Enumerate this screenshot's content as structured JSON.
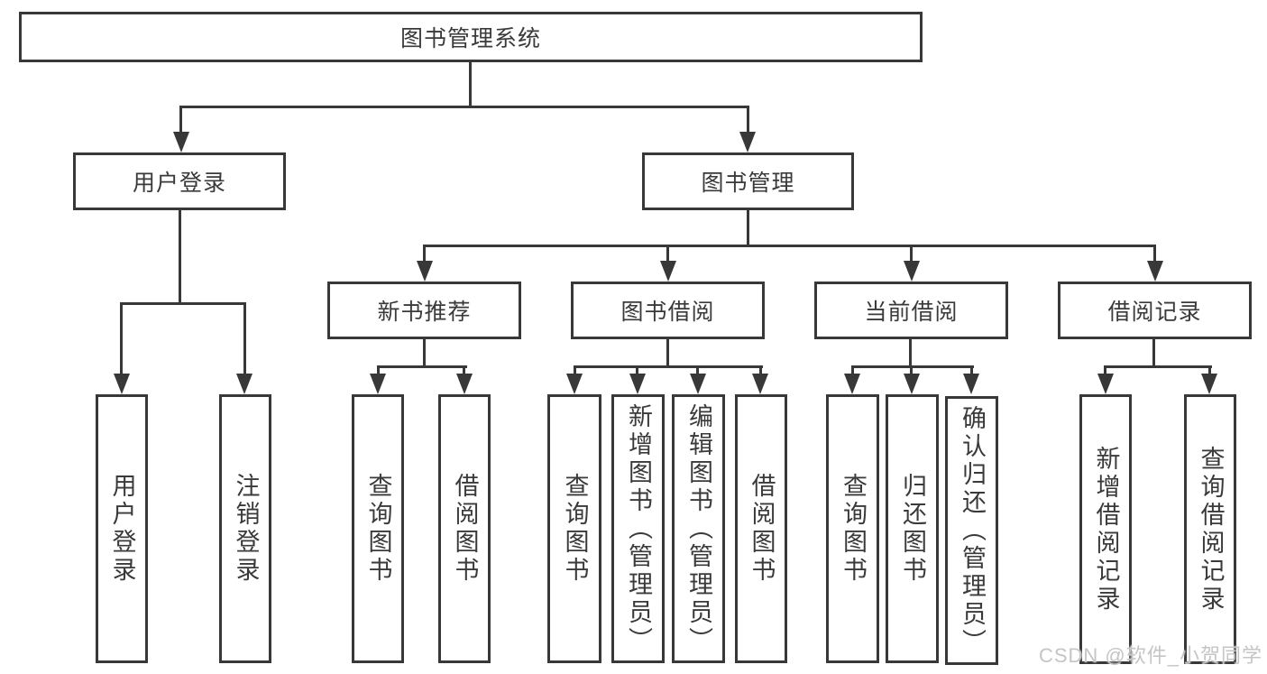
{
  "tree": {
    "root": "图书管理系统",
    "branches": [
      {
        "label": "用户登录",
        "children": [
          "用户登录",
          "注销登录"
        ]
      },
      {
        "label": "图书管理",
        "sections": [
          {
            "label": "新书推荐",
            "children": [
              "查询图书",
              "借阅图书"
            ]
          },
          {
            "label": "图书借阅",
            "children": [
              "查询图书",
              "新增图书（管理员）",
              "编辑图书（管理员）",
              "借阅图书"
            ]
          },
          {
            "label": "当前借阅",
            "children": [
              "查询图书",
              "归还图书",
              "确认归还（管理员）"
            ]
          },
          {
            "label": "借阅记录",
            "children": [
              "新增借阅记录",
              "查询借阅记录"
            ]
          }
        ]
      }
    ]
  },
  "watermark": {
    "text": "CSDN @软件_小贺同学"
  },
  "colors": {
    "line": "#383838",
    "text": "#3a3a3a",
    "background": "#ffffff",
    "watermark": "#c6c4c4"
  }
}
